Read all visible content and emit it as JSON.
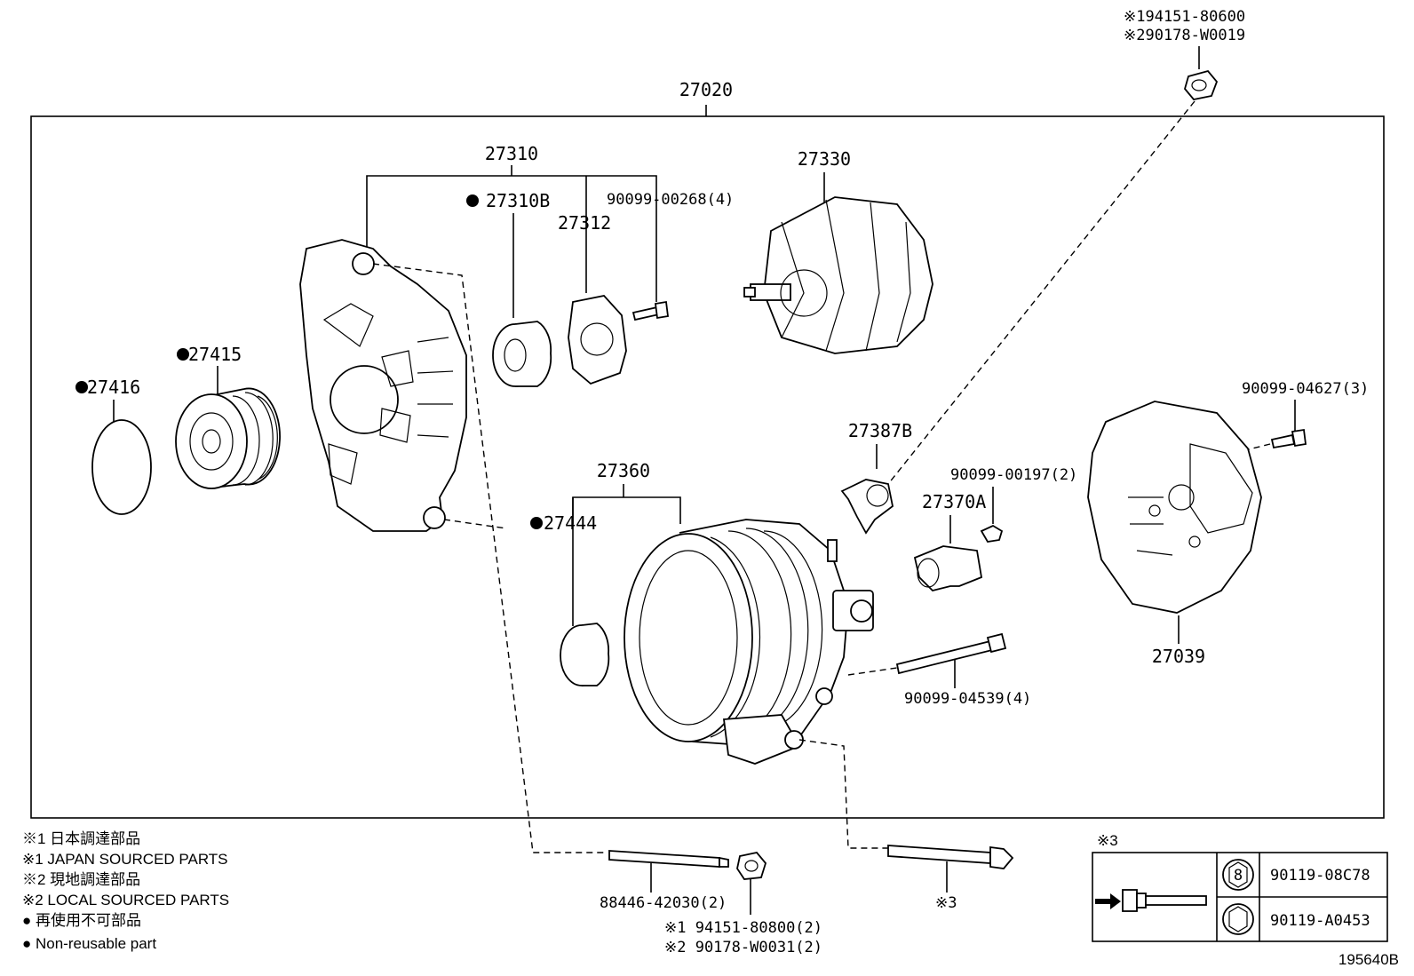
{
  "assembly_number": "27020",
  "diagram_id": "195640B",
  "parts": {
    "drive_end_frame": "27310",
    "bearing": "27310B",
    "retainer_plate": "27312",
    "retainer_screw": "90099-00268(4)",
    "rotor": "27330",
    "pulley_cap": "27416",
    "pulley": "27415",
    "stator": "27360",
    "insulator_ring": "27444",
    "terminal_insulator": "27387B",
    "terminal_bolt": "90099-00197(2)",
    "rectifier_holder": "27370A",
    "rear_cover_screw": "90099-04627(3)",
    "rear_cover": "27039",
    "through_bolt": "90099-04539(4)",
    "stud": "88446-42030(2)",
    "bolt_ref": "※3"
  },
  "top_nut": {
    "line1": "※194151-80600",
    "line2": "※290178-W0019"
  },
  "bottom_nut": {
    "line1": "※1 94151-80800(2)",
    "line2": "※2 90178-W0031(2)"
  },
  "legend": [
    "※1 日本調達部品",
    "※1 JAPAN SOURCED PARTS",
    "※2 現地調達部品",
    "※2 LOCAL SOURCED PARTS",
    "● 再使用不可部品",
    "● Non-reusable part"
  ],
  "bolt_table": {
    "title": "※3",
    "rows": [
      {
        "mark": "8",
        "part": "90119-08C78"
      },
      {
        "mark": "",
        "part": "90119-A0453"
      }
    ]
  }
}
